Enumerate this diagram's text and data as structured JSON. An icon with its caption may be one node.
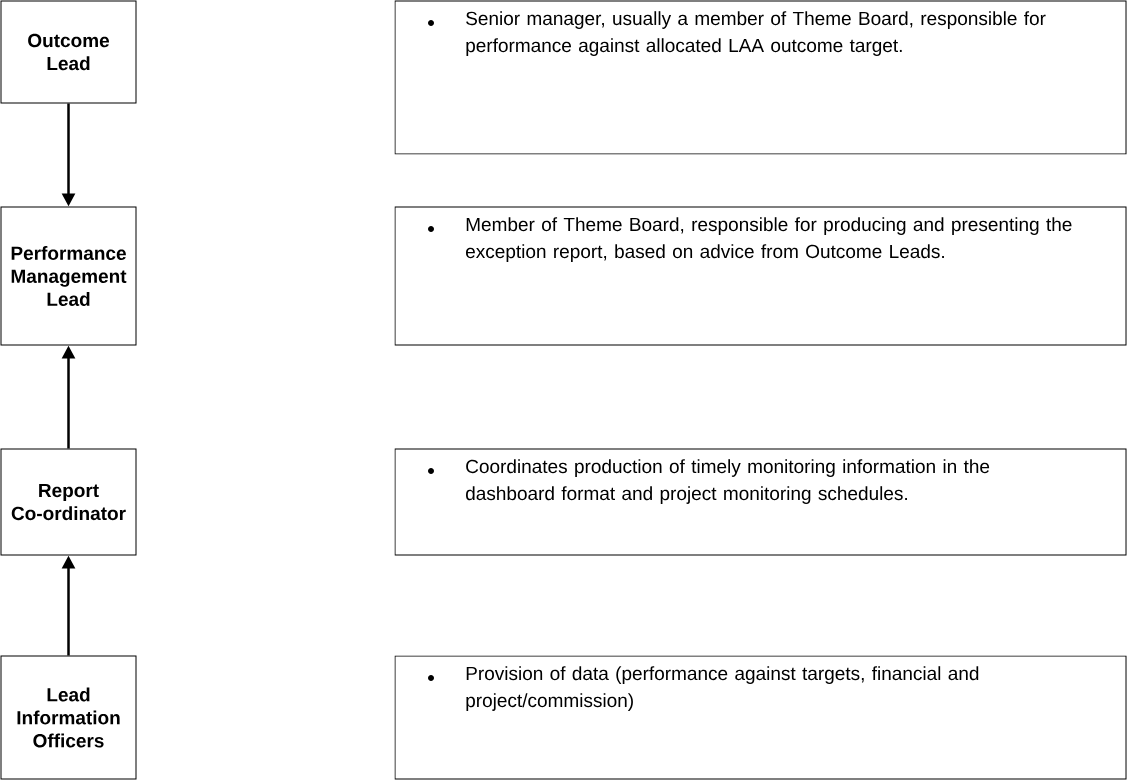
{
  "diagram": {
    "nodes": [
      {
        "text": [
          "Outcome Lead"
        ]
      },
      {
        "text": [
          "Senior manager, usually a member of Theme Board, responsible for performance against allocated LAA outcome target."
        ]
      },
      {
        "text": [
          "Performance Management Lead"
        ]
      },
      {
        "text": [
          "Member of Theme Board, responsible for producing and presenting the exception report, based on advice from Outcome Leads."
        ]
      },
      {
        "text": [
          "Report Co-ordinator"
        ]
      },
      {
        "text": [
          "Coordinates production of timely monitoring information in the dashboard format and project monitoring schedules."
        ]
      },
      {
        "text": [
          "Lead Information Officers"
        ]
      },
      {
        "text": [
          "Provision of data (performance against targets, financial and project/commission)"
        ]
      }
    ],
    "edges": [
      {
        "from": 0,
        "to": 2,
        "arrow": "to"
      },
      {
        "from": 4,
        "to": 2,
        "arrow": "to"
      },
      {
        "from": 6,
        "to": 4,
        "arrow": "to"
      }
    ]
  }
}
